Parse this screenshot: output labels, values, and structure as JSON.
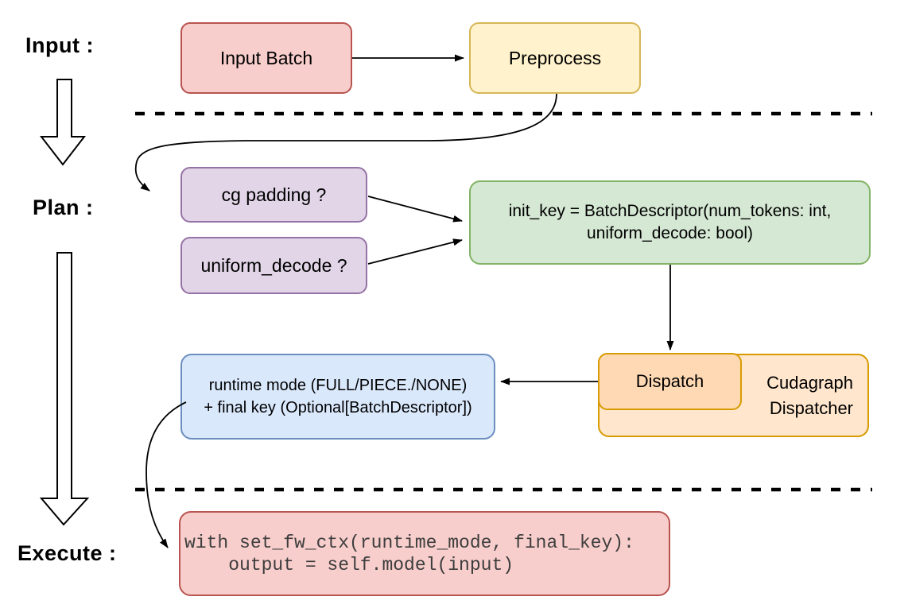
{
  "diagram": {
    "type": "flowchart",
    "background": "#ffffff",
    "stage_labels": {
      "input": "Input :",
      "plan": "Plan :",
      "execute": "Execute :"
    },
    "nodes": {
      "input_batch": {
        "label": "Input Batch",
        "fill": "#f8cecc",
        "border": "#b85450"
      },
      "preprocess": {
        "label": "Preprocess",
        "fill": "#fff2cc",
        "border": "#d6b656"
      },
      "cg_padding": {
        "label": "cg padding ?",
        "fill": "#e1d5e7",
        "border": "#9673a6"
      },
      "uniform_decode": {
        "label": "uniform_decode ?",
        "fill": "#e1d5e7",
        "border": "#9673a6"
      },
      "init_key": {
        "line1": "init_key = BatchDescriptor(num_tokens: int,",
        "line2": "uniform_decode: bool)",
        "fill": "#d5e8d4",
        "border": "#82b366"
      },
      "dispatch": {
        "label": "Dispatch",
        "fill": "#ffd9b3",
        "border": "#d79b00"
      },
      "cudagraph_dispatcher": {
        "line1": "Cudagraph",
        "line2": "Dispatcher",
        "fill": "#ffe6cc",
        "border": "#d79b00"
      },
      "runtime_mode": {
        "line1": "runtime mode (FULL/PIECE./NONE)",
        "line2": "+ final key (Optional[BatchDescriptor])",
        "fill": "#dae8fc",
        "border": "#6c8ebf"
      },
      "execute_code": {
        "line1": "with set_fw_ctx(runtime_mode, final_key):",
        "line2": "    output = self.model(input)",
        "fill": "#f8cecc",
        "border": "#b85450"
      }
    },
    "edges": [
      {
        "from": "input_batch",
        "to": "preprocess"
      },
      {
        "from": "preprocess",
        "to": "cg_padding"
      },
      {
        "from": "cg_padding",
        "to": "init_key"
      },
      {
        "from": "uniform_decode",
        "to": "init_key"
      },
      {
        "from": "init_key",
        "to": "dispatch"
      },
      {
        "from": "dispatch",
        "to": "runtime_mode"
      },
      {
        "from": "runtime_mode",
        "to": "execute_code"
      }
    ],
    "separators": [
      {
        "style": "dashed",
        "between": [
          "input",
          "plan"
        ]
      },
      {
        "style": "dashed",
        "between": [
          "plan",
          "execute"
        ]
      }
    ],
    "edge_color": "#000000"
  }
}
